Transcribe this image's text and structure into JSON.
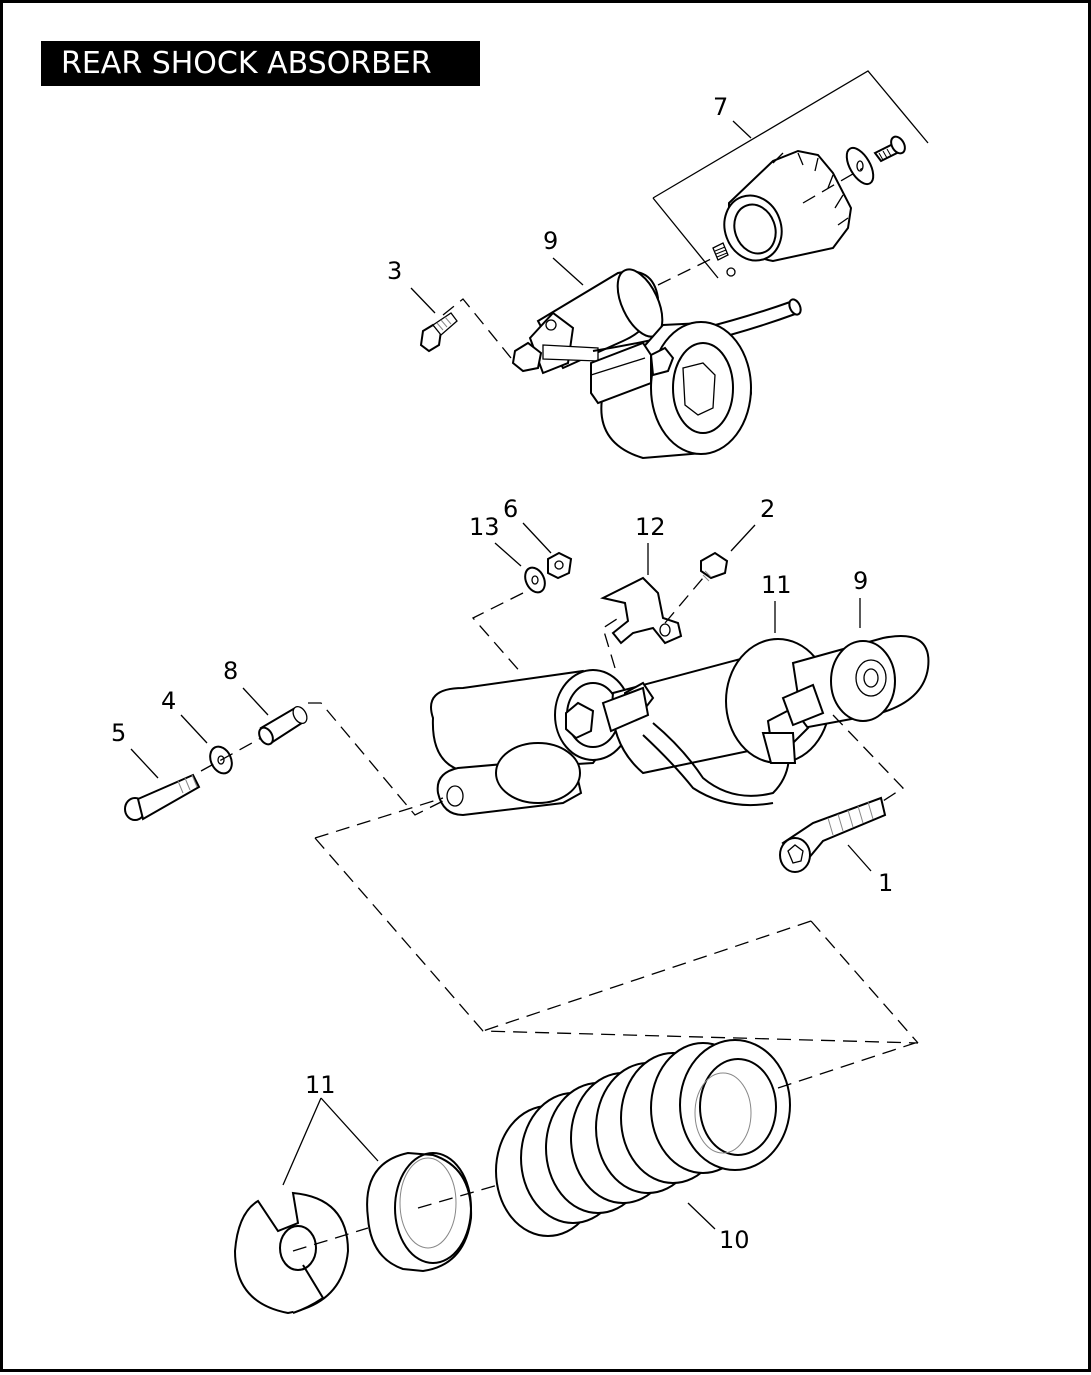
{
  "title": "REAR SHOCK ABSORBER",
  "callouts": {
    "c1": "1",
    "c2": "2",
    "c3": "3",
    "c4": "4",
    "c5": "5",
    "c6": "6",
    "c7": "7",
    "c8": "8",
    "c9_top": "9",
    "c9_mid": "9",
    "c10": "10",
    "c11_mid": "11",
    "c11_bottom": "11",
    "c12": "12",
    "c13": "13"
  }
}
